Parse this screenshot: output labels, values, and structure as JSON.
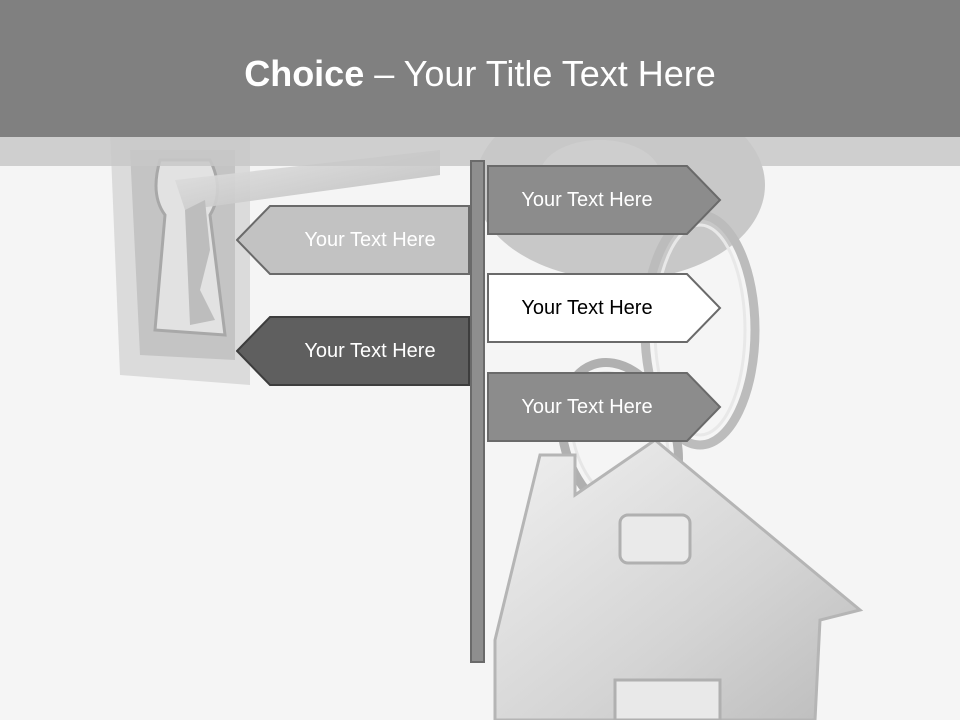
{
  "title": {
    "bold": "Choice",
    "rest": " – Your Title Text Here"
  },
  "signs": [
    {
      "label": "Your Text Here",
      "direction": "right",
      "fill": "#8c8c8c",
      "text_color": "#ffffff"
    },
    {
      "label": "Your Text Here",
      "direction": "left",
      "fill": "#c2c2c2",
      "text_color": "#ffffff"
    },
    {
      "label": "Your Text Here",
      "direction": "right",
      "fill": "#ffffff",
      "text_color": "#000000"
    },
    {
      "label": "Your Text Here",
      "direction": "left",
      "fill": "#5f5f5f",
      "text_color": "#ffffff"
    },
    {
      "label": "Your Text Here",
      "direction": "right",
      "fill": "#8c8c8c",
      "text_color": "#ffffff"
    }
  ],
  "colors": {
    "title_bar": "#808080",
    "post": "#8e8e8e",
    "outline": "#6a6a6a"
  },
  "background": {
    "description_icon": "house-keychain-and-keyhole-image"
  }
}
